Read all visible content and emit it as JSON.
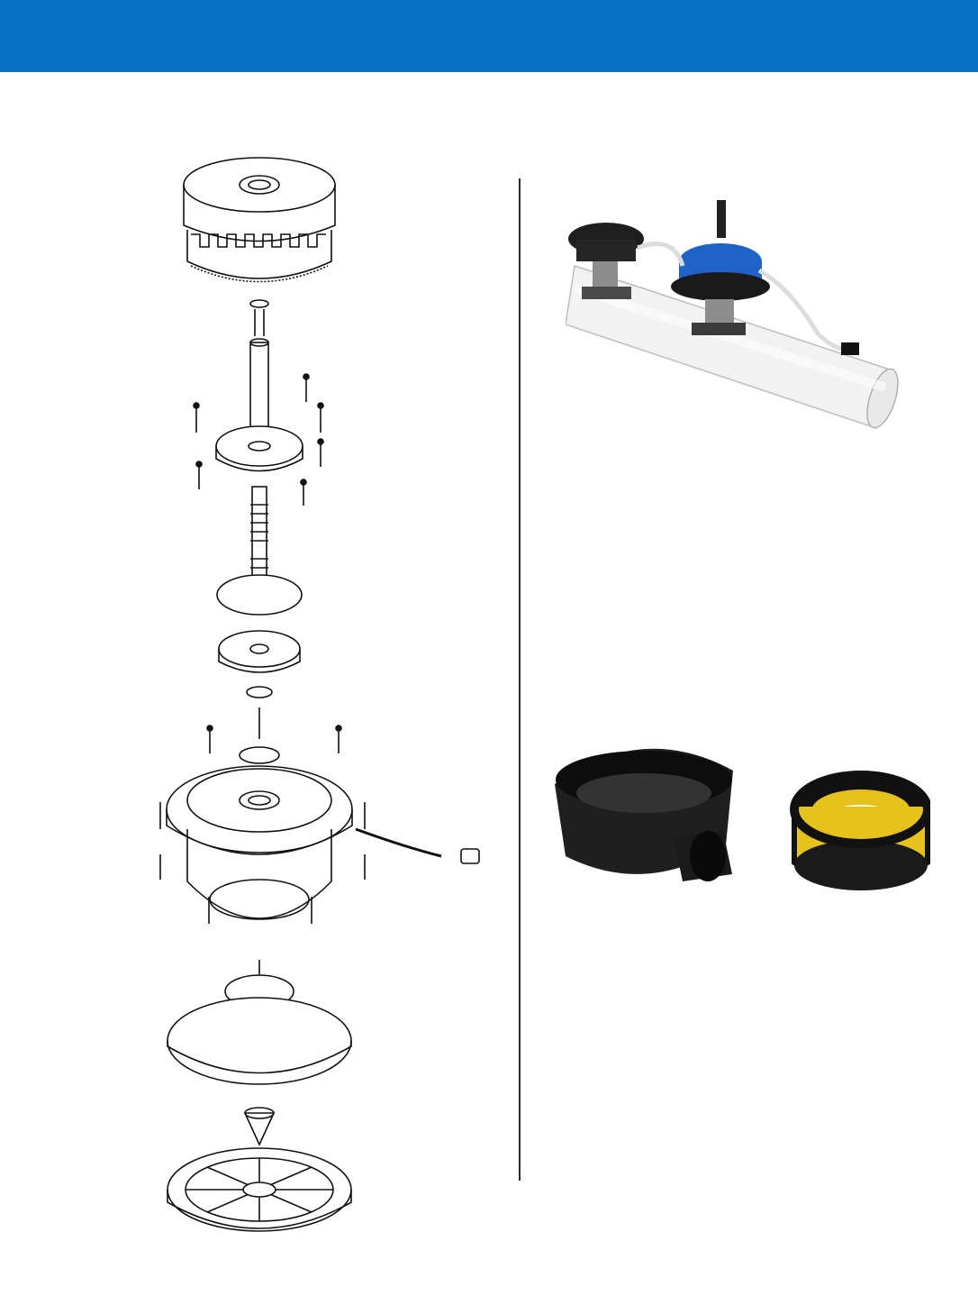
{
  "header": {
    "band_color": "#0872c4"
  },
  "figures": {
    "exploded_view": {
      "icon": "exploded-assembly-drawing"
    },
    "pipe_photo": {
      "icon": "pipe-installation-photo",
      "accent": "#1f63c8"
    },
    "filter_photo": {
      "icon": "filter-housing-photo",
      "accent": "#e6c21c"
    }
  }
}
